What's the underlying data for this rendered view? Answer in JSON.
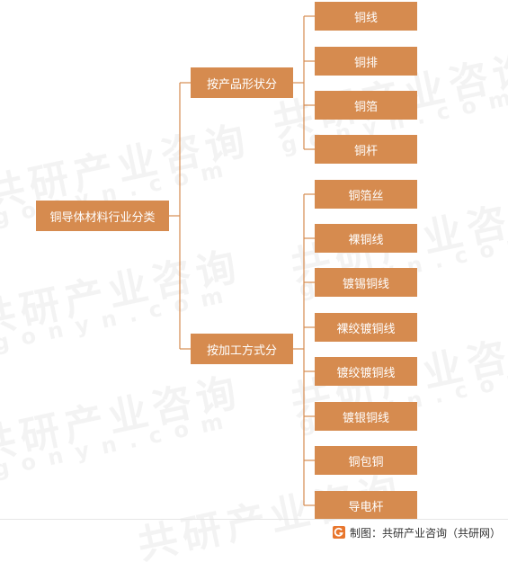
{
  "colors": {
    "node_fill": "#d68b4f",
    "connector": "#d68b4f",
    "node_text": "#ffffff"
  },
  "diagram": {
    "root": "铜导体材料行业分类",
    "branches": [
      {
        "label": "按产品形状分",
        "children": [
          "铜线",
          "铜排",
          "铜箔",
          "铜杆"
        ]
      },
      {
        "label": "按加工方式分",
        "children": [
          "铜箔丝",
          "裸铜线",
          "镀锡铜线",
          "裸绞镀铜线",
          "镀绞镀铜线",
          "镀银铜线",
          "铜包铜",
          "导电杆"
        ]
      }
    ]
  },
  "watermark": {
    "brand": "共研产业咨询",
    "domain": "gonyn.com"
  },
  "footer": {
    "credit": "制图：共研产业咨询（共研网）",
    "logo_icon": "gonyn-logo-icon"
  }
}
